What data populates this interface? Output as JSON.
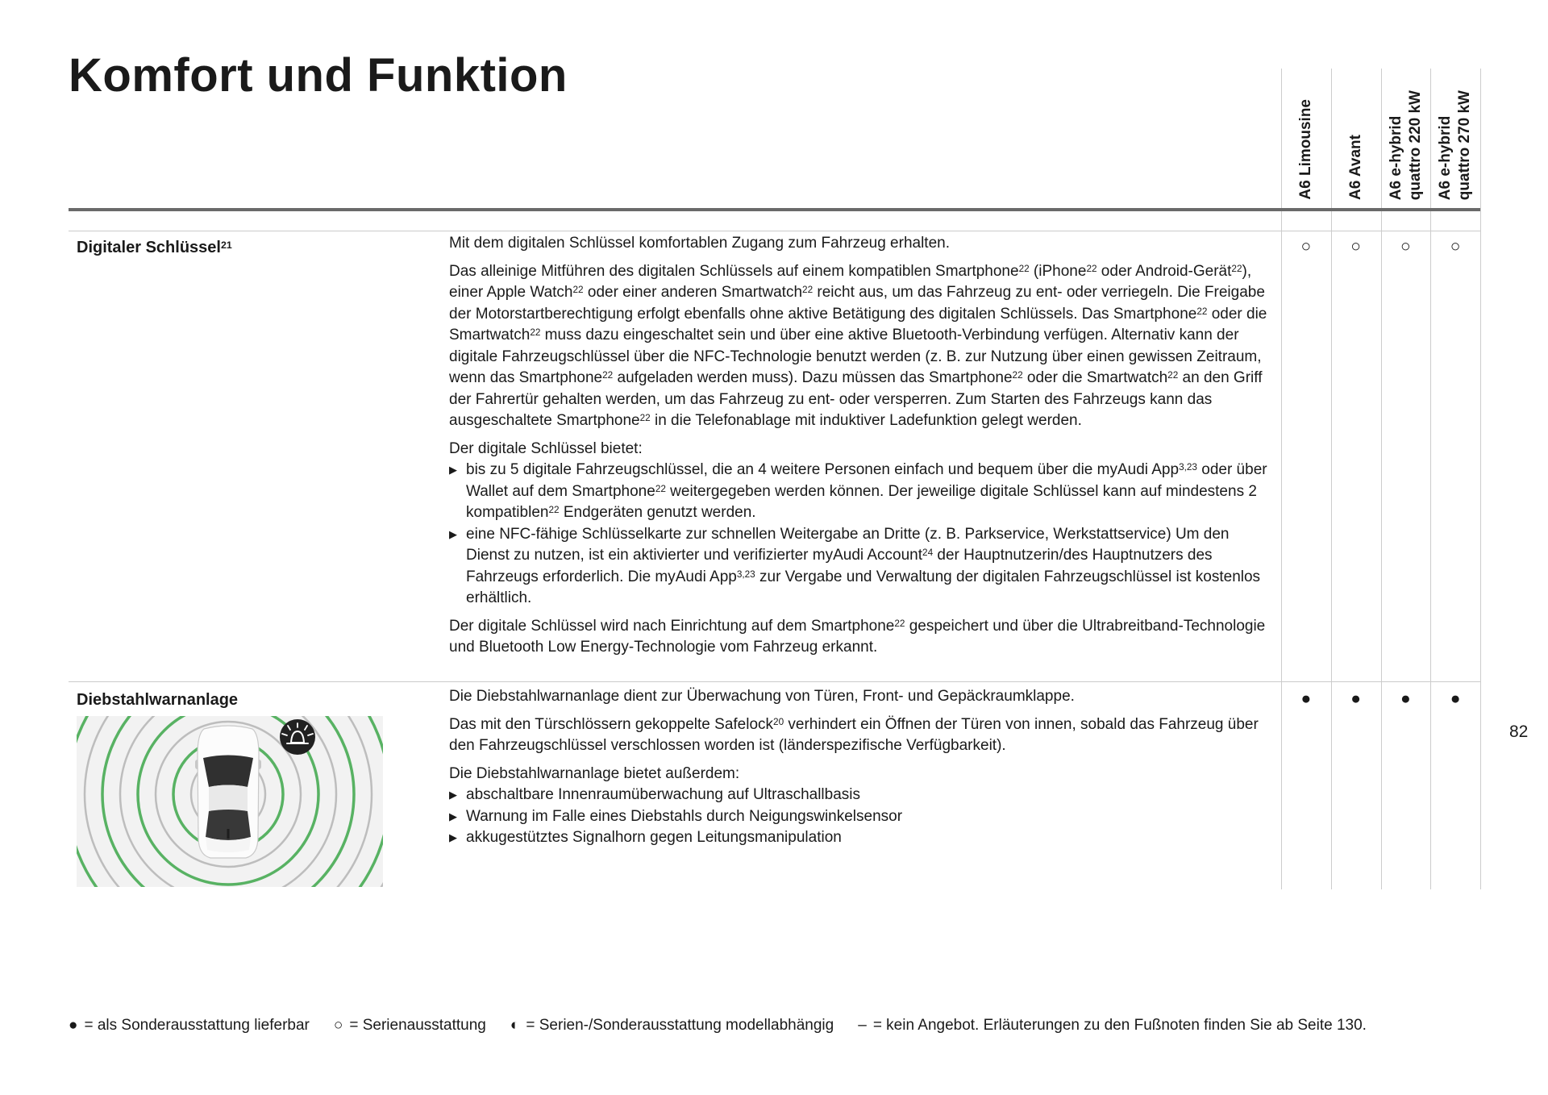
{
  "page": {
    "title": "Komfort und Funktion",
    "page_number": "82"
  },
  "columns": [
    {
      "label": "A6 Limousine"
    },
    {
      "label": "A6 Avant"
    },
    {
      "label": "A6 e-hybrid\nquattro 220 kW"
    },
    {
      "label": "A6 e-hybrid\nquattro 270 kW"
    }
  ],
  "rows": [
    {
      "feature": "Digitaler Schlüssel^{21}",
      "availability": [
        "○",
        "○",
        "○",
        "○"
      ],
      "p1": "Mit dem digitalen Schlüssel komfortablen Zugang zum Fahrzeug erhalten.",
      "p2": "Das alleinige Mitführen des digitalen Schlüssels auf einem kompatiblen Smartphone^{22} (iPhone^{22} oder Android-Gerät^{22}), einer Apple Watch^{22} oder einer anderen Smartwatch^{22} reicht aus, um das Fahrzeug zu ent- oder verriegeln. Die Freigabe der Motorstartberechtigung erfolgt ebenfalls ohne aktive Betätigung des digitalen Schlüssels. Das Smartphone^{22} oder die Smartwatch^{22} muss dazu eingeschaltet sein und über eine aktive Bluetooth-Verbindung verfügen. Alternativ kann der digitale Fahrzeugschlüssel über die NFC-Technologie benutzt werden (z. B. zur Nutzung über einen gewissen Zeitraum, wenn das Smartphone^{22} aufgeladen werden muss). Dazu müssen das Smartphone^{22} oder die Smartwatch^{22} an den Griff der Fahrertür gehalten werden, um das Fahrzeug zu ent- oder versperren. Zum Starten des Fahrzeugs kann das ausgeschaltete Smartphone^{22} in die Telefonablage mit induktiver Ladefunktion gelegt werden.",
      "list_intro": "Der digitale Schlüssel bietet:",
      "bullets": [
        "bis zu 5 digitale Fahrzeugschlüssel, die an 4 weitere Personen einfach und bequem über die myAudi App^{3,23} oder über Wallet auf dem Smartphone^{22} weitergegeben werden können. Der jeweilige digitale Schlüssel kann auf mindestens 2 kompatiblen^{22} Endgeräten genutzt werden.",
        "eine NFC-fähige Schlüsselkarte zur schnellen Weitergabe an Dritte (z. B. Parkservice, Werkstattservice) Um den Dienst zu nutzen, ist ein aktivierter und verifizierter myAudi Account^{24} der Hauptnutzerin/des Hauptnutzers des Fahrzeugs erforderlich. Die myAudi App^{3,23} zur Vergabe und Verwaltung der digitalen Fahrzeugschlüssel ist kostenlos erhältlich."
      ],
      "p3": "Der digitale Schlüssel wird nach Einrichtung auf dem Smartphone^{22} gespeichert und über die Ultrabreitband-Technologie und Bluetooth Low Energy-Technologie vom Fahrzeug erkannt."
    },
    {
      "feature": "Diebstahlwarnanlage",
      "availability": [
        "●",
        "●",
        "●",
        "●"
      ],
      "p1": "Die Diebstahlwarnanlage dient zur Überwachung von Türen, Front- und Gepäckraumklappe.",
      "p2": "Das mit den Türschlössern gekoppelte Safelock^{20} verhindert ein Öffnen der Türen von innen, sobald das Fahrzeug über den Fahrzeugschlüssel verschlossen worden ist (länderspezifische Verfügbarkeit).",
      "list_intro": "Die Diebstahlwarnanlage bietet außerdem:",
      "bullets": [
        "abschaltbare Innenraumüberwachung auf Ultraschallbasis",
        "Warnung im Falle eines Diebstahls durch Neigungswinkelsensor",
        "akkugestütztes Signalhorn gegen Leitungsmanipulation"
      ]
    }
  ],
  "icons": {
    "bullet": "▶"
  },
  "colors": {
    "ring_green": "#58b263",
    "ring_gray": "#bdbdbd",
    "badge_dark": "#212121",
    "rule_dark": "#6a6a6a"
  },
  "legend": {
    "items": [
      {
        "symbol": "●",
        "label": "= als Sonderausstattung lieferbar"
      },
      {
        "symbol": "○",
        "label": "= Serienausstattung"
      },
      {
        "symbol": "◐",
        "label": "= Serien-/Sonderausstattung modellabhängig"
      },
      {
        "symbol": "–",
        "label": "= kein Angebot. Erläuterungen zu den Fußnoten finden Sie ab Seite 130."
      }
    ]
  }
}
